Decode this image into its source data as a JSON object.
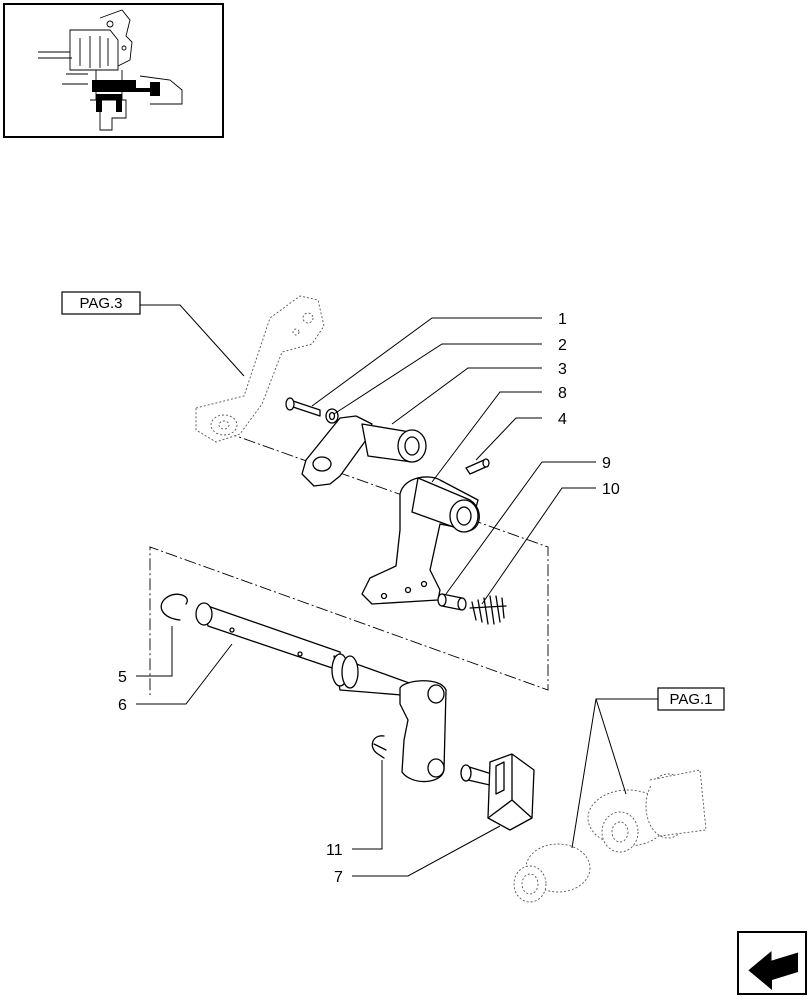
{
  "references": {
    "pag3": "PAG.3",
    "pag1": "PAG.1"
  },
  "callouts": {
    "c1": "1",
    "c2": "2",
    "c3": "3",
    "c4": "4",
    "c5": "5",
    "c6": "6",
    "c7": "7",
    "c8": "8",
    "c9": "9",
    "c10": "10",
    "c11": "11"
  },
  "icons": {
    "thumbnail": "assembly-overview-thumbnail",
    "navigation": "next-page-arrow-icon"
  }
}
